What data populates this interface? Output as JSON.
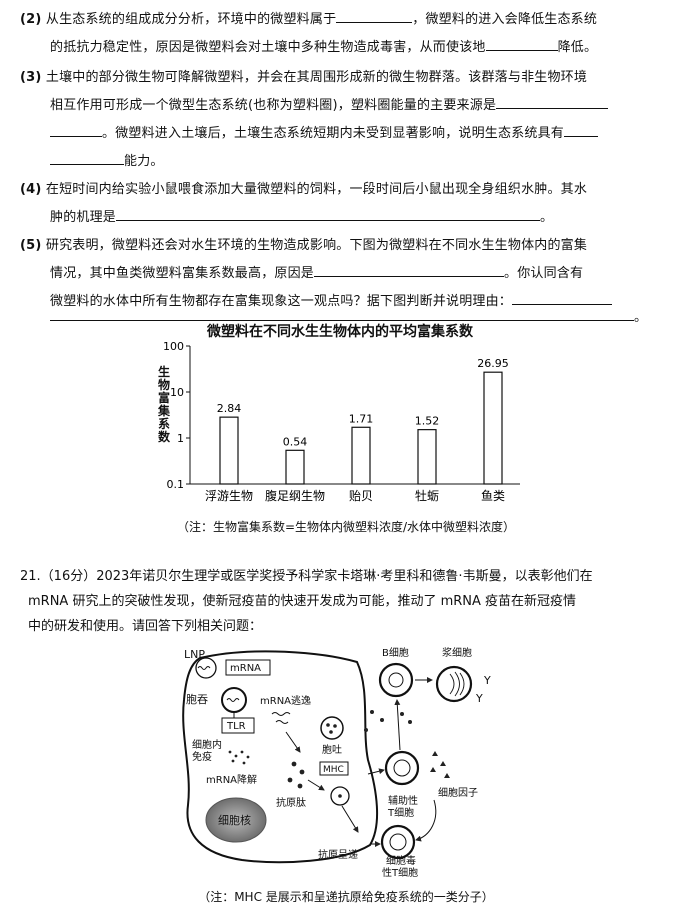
{
  "questions": {
    "q2": {
      "num": "(2)",
      "l1a": "从生态系统的组成成分分析，环境中的微塑料属于",
      "l1b": "，微塑料的进入会降低生态系统",
      "l2a": "的抵抗力稳定性，原因是微塑料会对土壤中多种生物造成毒害，从而使该地",
      "l2b": "降低。"
    },
    "q3": {
      "num": "(3)",
      "l1": "土壤中的部分微生物可降解微塑料，并会在其周围形成新的微生物群落。该群落与非生物环境",
      "l2": "相互作用可形成一个微型生态系统(也称为塑料圈)，塑料圈能量的主要来源是",
      "l3a": "。微塑料进入土壤后，土壤生态系统短期内未受到显著影响，说明生态系统具有",
      "l4": "能力。"
    },
    "q4": {
      "num": "(4)",
      "l1": "在短时间内给实验小鼠喂食添加大量微塑料的饲料，一段时间后小鼠出现全身组织水肿。其水",
      "l2": "肿的机理是",
      "l2end": "。"
    },
    "q5": {
      "num": "(5)",
      "l1": "研究表明，微塑料还会对水生环境的生物造成影响。下图为微塑料在不同水生生物体内的富集",
      "l2a": "情况，其中鱼类微塑料富集系数最高，原因是",
      "l2b": "。你认同含有",
      "l3": "微塑料的水体中所有生物都存在富集现象这一观点吗？据下图判断并说明理由：",
      "l4end": "。"
    }
  },
  "chart_data": {
    "type": "bar",
    "title": "微塑料在不同水生生物体内的平均富集系数",
    "ylabel": "生物富集系数",
    "categories": [
      "浮游生物",
      "腹足纲生物",
      "贻贝",
      "牡蛎",
      "鱼类"
    ],
    "values": [
      2.84,
      0.54,
      1.71,
      1.52,
      26.95
    ],
    "value_labels": [
      "2.84",
      "0.54",
      "1.71",
      "1.52",
      "26.95"
    ],
    "yscale": "log",
    "ylim": [
      0.1,
      100
    ],
    "yticks": [
      "0.1",
      "1",
      "10",
      "100"
    ],
    "grid": false
  },
  "chart_note": "（注：生物富集系数=生物体内微塑料浓度/水体中微塑料浓度）",
  "q21": {
    "line1": "21.（16分）2023年诺贝尔生理学或医学奖授予科学家卡塔琳·考里科和德鲁·韦斯曼，以表彰他们在",
    "line2": "mRNA 研究上的突破性发现，使新冠疫苗的快速开发成为可能，推动了 mRNA 疫苗在新冠疫情",
    "line3": "中的研发和使用。请回答下列相关问题："
  },
  "diagram": {
    "lnp": "LNP",
    "mrna": "mRNA",
    "endosome": "胞吞",
    "escape": "mRNA逃逸",
    "tlr": "TLR",
    "innate1": "细胞内",
    "innate2": "免疫",
    "degrade": "mRNA降解",
    "exocytosis": "胞吐",
    "mhc": "MHC",
    "nucleus": "细胞核",
    "peptide": "抗原肽",
    "presentation": "抗原呈递",
    "bcell": "B细胞",
    "plasma": "浆细胞",
    "helper1": "辅助性",
    "helper2": "T细胞",
    "cytokine": "细胞因子",
    "ctl1": "细胞毒",
    "ctl2": "性T细胞"
  },
  "diagram_note": "（注：MHC 是展示和呈递抗原给免疫系统的一类分子）"
}
